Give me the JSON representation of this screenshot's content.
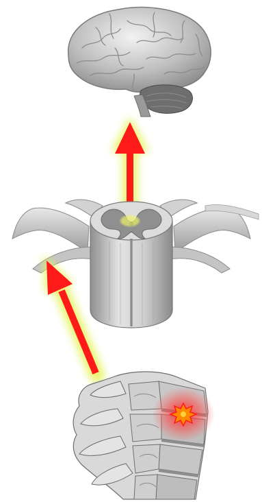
{
  "figure": {
    "panels": [
      "brain",
      "spinal-cord",
      "lumbar-spine"
    ],
    "arrows": [
      {
        "from": "lumbar-spine",
        "to": "spinal-cord"
      },
      {
        "from": "spinal-cord",
        "to": "brain"
      }
    ],
    "injury_marker": "lumbar-disc-pain-focus"
  },
  "colors": {
    "arrow": "#ff1a1a",
    "arrow_glow": "#e6f25c",
    "pain_glow": "#ff3b3b",
    "pain_star": "#ff8a00",
    "brain": "#c9c9c9",
    "cord": "#bdbdbd",
    "spine": "#d6d6d6"
  }
}
